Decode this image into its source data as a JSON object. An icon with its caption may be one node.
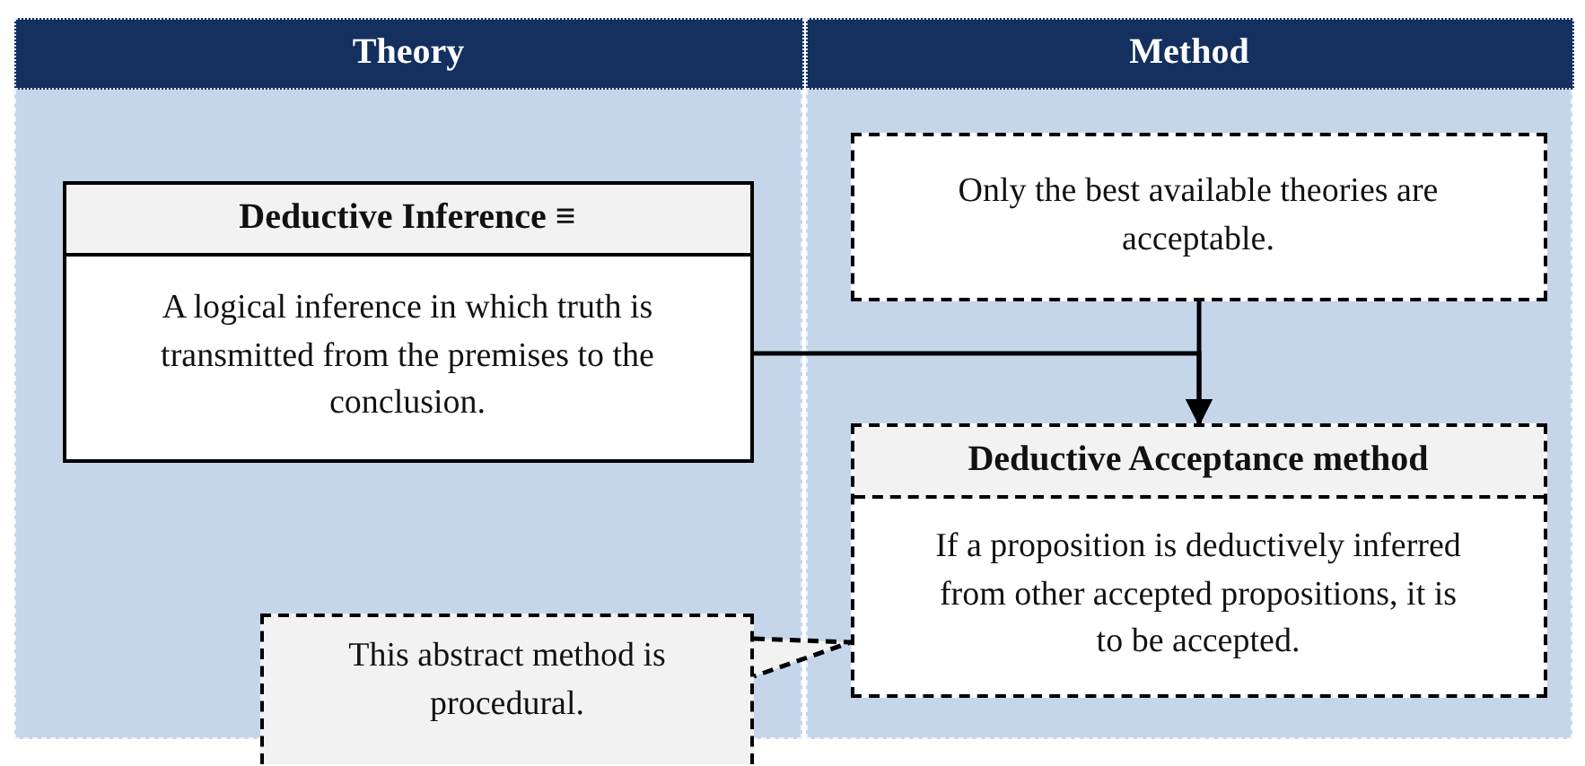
{
  "diagram": {
    "nodes": [
      {
        "text": [
          "Theory"
        ]
      },
      {
        "text": [
          "Method"
        ]
      },
      {
        "text": [
          "Deductive Inference ≡",
          "A logical inference in which truth is transmitted from the premises to the conclusion."
        ],
        "in": 0
      },
      {
        "text": [
          "Only the best available theories are acceptable."
        ],
        "in": 1
      },
      {
        "text": [
          "Deductive Acceptance method",
          "If a proposition is deductively inferred from other accepted propositions, it is to be accepted."
        ],
        "in": 1
      },
      {
        "text": [
          "This abstract method is procedural."
        ]
      }
    ],
    "edges": [
      {
        "from": 2,
        "to": 4,
        "arrow": "to"
      },
      {
        "from": 3,
        "to": 4,
        "arrow": "to"
      },
      {
        "from": 5,
        "to": 4,
        "arrow": "none",
        "style": "dashed"
      }
    ]
  }
}
